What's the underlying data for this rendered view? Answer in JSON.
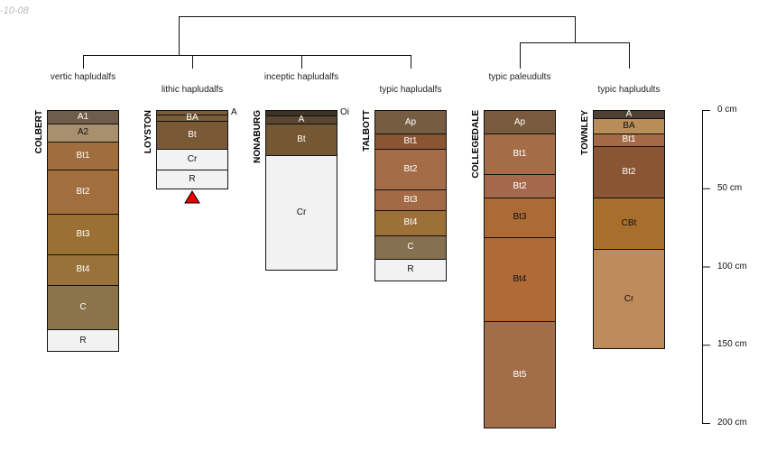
{
  "date_fragment": "-10-08",
  "depth_axis": {
    "unit": "cm",
    "max": 200,
    "ticks": [
      {
        "v": 0,
        "label": "0 cm"
      },
      {
        "v": 50,
        "label": "50 cm"
      },
      {
        "v": 100,
        "label": "100 cm"
      },
      {
        "v": 150,
        "label": "150 cm"
      },
      {
        "v": 200,
        "label": "200 cm"
      }
    ]
  },
  "profiles": [
    {
      "name": "COLBERT",
      "subgroup": "vertic hapludalfs",
      "horizons": [
        {
          "n": "A1",
          "t": 0,
          "b": 8.6,
          "c": "#6e5d4b",
          "tc": "#fff"
        },
        {
          "n": "A2",
          "t": 8.6,
          "b": 20,
          "c": "#a8906f",
          "tc": "#111"
        },
        {
          "n": "Bt1",
          "t": 20,
          "b": 38,
          "c": "#a06d3c",
          "tc": "#fff"
        },
        {
          "n": "Bt2",
          "t": 38,
          "b": 66,
          "c": "#a26e3e",
          "tc": "#fff"
        },
        {
          "n": "Bt3",
          "t": 66,
          "b": 92,
          "c": "#9a7133",
          "tc": "#fff"
        },
        {
          "n": "Bt4",
          "t": 92,
          "b": 112,
          "c": "#98723a",
          "tc": "#fff"
        },
        {
          "n": "C",
          "t": 112,
          "b": 140,
          "c": "#8b744a",
          "tc": "#fff"
        },
        {
          "n": "R",
          "t": 140,
          "b": 154,
          "c": "#f2f2f2",
          "tc": "#111"
        }
      ]
    },
    {
      "name": "LOYSTON",
      "subgroup": "lithic hapludalfs",
      "lithic_contact": true,
      "horizons": [
        {
          "n": "A",
          "t": 0,
          "b": 3,
          "c": "#7a5c3a",
          "tc": "#fff"
        },
        {
          "n": "BA",
          "t": 3,
          "b": 7,
          "c": "#7a5c38",
          "tc": "#fff"
        },
        {
          "n": "Bt",
          "t": 7,
          "b": 25,
          "c": "#7a5a36",
          "tc": "#fff"
        },
        {
          "n": "Cr",
          "t": 25,
          "b": 38,
          "c": "#f2f2f2",
          "tc": "#111"
        },
        {
          "n": "R",
          "t": 38,
          "b": 50,
          "c": "#f2f2f2",
          "tc": "#111"
        }
      ]
    },
    {
      "name": "NONABURG",
      "subgroup": "inceptic hapludalfs",
      "horizons": [
        {
          "n": "Oi",
          "t": 0,
          "b": 3.5,
          "c": "#3d3329",
          "tc": "#fff"
        },
        {
          "n": "A",
          "t": 3.5,
          "b": 8.6,
          "c": "#5a4530",
          "tc": "#fff"
        },
        {
          "n": "Bt",
          "t": 8.6,
          "b": 29,
          "c": "#765733",
          "tc": "#fff"
        },
        {
          "n": "Cr",
          "t": 29,
          "b": 102,
          "c": "#f2f2f2",
          "tc": "#111"
        }
      ]
    },
    {
      "name": "TALBOTT",
      "subgroup": "typic hapludalfs",
      "horizons": [
        {
          "n": "Ap",
          "t": 0,
          "b": 15,
          "c": "#765c41",
          "tc": "#fff"
        },
        {
          "n": "Bt1",
          "t": 15,
          "b": 25,
          "c": "#8b5533",
          "tc": "#fff"
        },
        {
          "n": "Bt2",
          "t": 25,
          "b": 51,
          "c": "#a56d47",
          "tc": "#fff"
        },
        {
          "n": "Bt3",
          "t": 51,
          "b": 64,
          "c": "#a26b45",
          "tc": "#fff"
        },
        {
          "n": "Bt4",
          "t": 64,
          "b": 80,
          "c": "#9b7039",
          "tc": "#fff"
        },
        {
          "n": "C",
          "t": 80,
          "b": 95,
          "c": "#857150",
          "tc": "#fff"
        },
        {
          "n": "R",
          "t": 95,
          "b": 109,
          "c": "#f2f2f2",
          "tc": "#111"
        }
      ]
    },
    {
      "name": "COLLEGEDALE",
      "subgroup": "typic paleudults",
      "horizons": [
        {
          "n": "Ap",
          "t": 0,
          "b": 15,
          "c": "#7a5a3c",
          "tc": "#fff"
        },
        {
          "n": "Bt1",
          "t": 15,
          "b": 41,
          "c": "#a56d47",
          "tc": "#fff"
        },
        {
          "n": "Bt2",
          "t": 41,
          "b": 56,
          "c": "#a3694a",
          "tc": "#fff"
        },
        {
          "n": "Bt3",
          "t": 56,
          "b": 81,
          "c": "#ac6a35",
          "tc": "#111"
        },
        {
          "n": "Bt4",
          "t": 81,
          "b": 135,
          "c": "#b06a38",
          "tc": "#111"
        },
        {
          "n": "Bt5",
          "t": 135,
          "b": 203,
          "c": "#a46d4a",
          "tc": "#fff"
        }
      ]
    },
    {
      "name": "TOWNLEY",
      "subgroup": "typic hapludults",
      "horizons": [
        {
          "n": "A",
          "t": 0,
          "b": 5,
          "c": "#4e4032",
          "tc": "#fff"
        },
        {
          "n": "BA",
          "t": 5,
          "b": 15,
          "c": "#b98d58",
          "tc": "#111"
        },
        {
          "n": "Bt1",
          "t": 15,
          "b": 23,
          "c": "#a46a48",
          "tc": "#fff"
        },
        {
          "n": "Bt2",
          "t": 23,
          "b": 56,
          "c": "#8a5532",
          "tc": "#fff"
        },
        {
          "n": "CBt",
          "t": 56,
          "b": 89,
          "c": "#a86e2c",
          "tc": "#111"
        },
        {
          "n": "Cr",
          "t": 89,
          "b": 152,
          "c": "#c08b5a",
          "tc": "#111"
        }
      ]
    }
  ],
  "colors": {
    "lithic_marker": "#ee0000",
    "line": "#111111"
  }
}
